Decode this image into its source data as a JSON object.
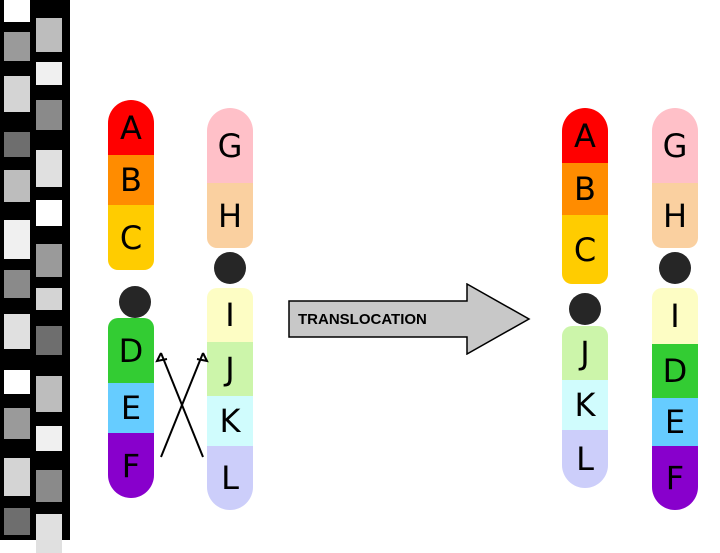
{
  "colors": {
    "red": "#ff0000",
    "orange": "#ff8c00",
    "yellow": "#ffcc00",
    "green": "#33cc33",
    "cyan": "#66ccff",
    "purple": "#8800cc",
    "pink": "#ffc0c8",
    "peach": "#fad0a0",
    "cream": "#fdfdc4",
    "lightgreen": "#ccf5aa",
    "lightcyan": "#d0fcfd",
    "lavender": "#cccefa",
    "centromere": "#262626"
  },
  "before": {
    "chrom1": {
      "labels": [
        "A",
        "B",
        "C",
        "D",
        "E",
        "F"
      ]
    },
    "chrom2": {
      "labels": [
        "G",
        "H",
        "I",
        "J",
        "K",
        "L"
      ]
    }
  },
  "arrow": {
    "label": "TRANSLOCATION"
  },
  "after": {
    "chrom1": {
      "labels": [
        "A",
        "B",
        "C",
        "J",
        "K",
        "L"
      ]
    },
    "chrom2": {
      "labels": [
        "G",
        "H",
        "I",
        "D",
        "E",
        "F"
      ]
    }
  }
}
